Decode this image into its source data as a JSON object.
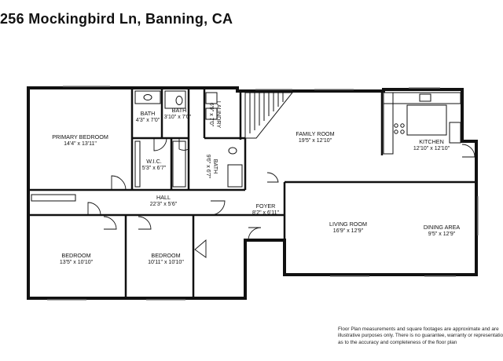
{
  "header": {
    "title": "256 Mockingbird Ln, Banning, CA"
  },
  "rooms": [
    {
      "key": "primary_bedroom",
      "name": "PRIMARY BEDROOM",
      "dims": "14'4\" x 13'11\""
    },
    {
      "key": "bath1",
      "name": "BATH",
      "dims": "4'3\" x 7'0\""
    },
    {
      "key": "bath2",
      "name": "BATH",
      "dims": "3'10\" x 7'0\""
    },
    {
      "key": "laundry",
      "name": "LAUNDRY",
      "dims": "6'9\" x 7'0\""
    },
    {
      "key": "wic",
      "name": "W.I.C.",
      "dims": "5'3\" x 6'7\""
    },
    {
      "key": "bath3",
      "name": "BATH",
      "dims": "9'6\" x 6'7\""
    },
    {
      "key": "family_room",
      "name": "FAMILY ROOM",
      "dims": "19'5\" x 12'10\""
    },
    {
      "key": "kitchen",
      "name": "KITCHEN",
      "dims": "12'10\" x 12'10\""
    },
    {
      "key": "hall",
      "name": "HALL",
      "dims": "22'3\" x 5'6\""
    },
    {
      "key": "foyer",
      "name": "FOYER",
      "dims": "8'2\" x 6'11\""
    },
    {
      "key": "living_room",
      "name": "LIVING ROOM",
      "dims": "16'9\" x 12'9\""
    },
    {
      "key": "dining_area",
      "name": "DINING AREA",
      "dims": "9'5\" x 12'9\""
    },
    {
      "key": "bedroom1",
      "name": "BEDROOM",
      "dims": "13'5\" x 10'10\""
    },
    {
      "key": "bedroom2",
      "name": "BEDROOM",
      "dims": "10'11\" x 10'10\""
    }
  ],
  "disclaimer": [
    "Floor Plan measurements and square footages are approximate and are",
    "illustrative purposes only. There is no guarantee, warranty or representation",
    "as to the accuracy and completeness of the floor plan"
  ]
}
